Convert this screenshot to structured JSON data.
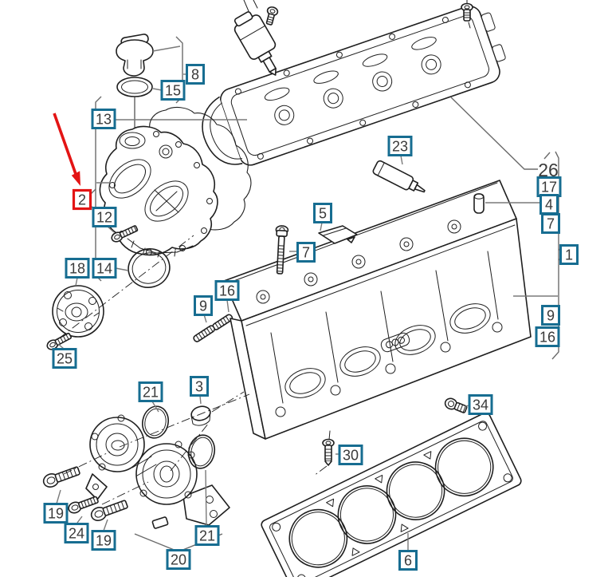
{
  "colors": {
    "background": "#ffffff",
    "line": "#1f1f1f",
    "leader": "#7a7a7a",
    "bracket": "#6b6b6b",
    "callout_border": "#176d91",
    "callout_text": "#3a3a3a",
    "highlight": "#e31414"
  },
  "callouts": [
    {
      "id": "8",
      "number": "8",
      "highlighted": false
    },
    {
      "id": "15",
      "number": "15",
      "highlighted": false
    },
    {
      "id": "13",
      "number": "13",
      "highlighted": false
    },
    {
      "id": "2",
      "number": "2",
      "highlighted": true
    },
    {
      "id": "12",
      "number": "12",
      "highlighted": false
    },
    {
      "id": "18",
      "number": "18",
      "highlighted": false
    },
    {
      "id": "14",
      "number": "14",
      "highlighted": false
    },
    {
      "id": "25",
      "number": "25",
      "highlighted": false
    },
    {
      "id": "9-left",
      "number": "9",
      "highlighted": false
    },
    {
      "id": "16-left",
      "number": "16",
      "highlighted": false
    },
    {
      "id": "23",
      "number": "23",
      "highlighted": false
    },
    {
      "id": "26",
      "number": "26",
      "highlighted": false,
      "plain": true
    },
    {
      "id": "17",
      "number": "17",
      "highlighted": false
    },
    {
      "id": "4",
      "number": "4",
      "highlighted": false
    },
    {
      "id": "7-right",
      "number": "7",
      "highlighted": false
    },
    {
      "id": "1",
      "number": "1",
      "highlighted": false
    },
    {
      "id": "9-right",
      "number": "9",
      "highlighted": false
    },
    {
      "id": "16-right",
      "number": "16",
      "highlighted": false
    },
    {
      "id": "5",
      "number": "5",
      "highlighted": false
    },
    {
      "id": "7-mid",
      "number": "7",
      "highlighted": false
    },
    {
      "id": "34",
      "number": "34",
      "highlighted": false
    },
    {
      "id": "30",
      "number": "30",
      "highlighted": false
    },
    {
      "id": "6",
      "number": "6",
      "highlighted": false
    },
    {
      "id": "21-upper",
      "number": "21",
      "highlighted": false
    },
    {
      "id": "3",
      "number": "3",
      "highlighted": false
    },
    {
      "id": "19-left",
      "number": "19",
      "highlighted": false
    },
    {
      "id": "24",
      "number": "24",
      "highlighted": false
    },
    {
      "id": "19-mid",
      "number": "19",
      "highlighted": false
    },
    {
      "id": "21-lower",
      "number": "21",
      "highlighted": false
    },
    {
      "id": "20",
      "number": "20",
      "highlighted": false
    }
  ]
}
